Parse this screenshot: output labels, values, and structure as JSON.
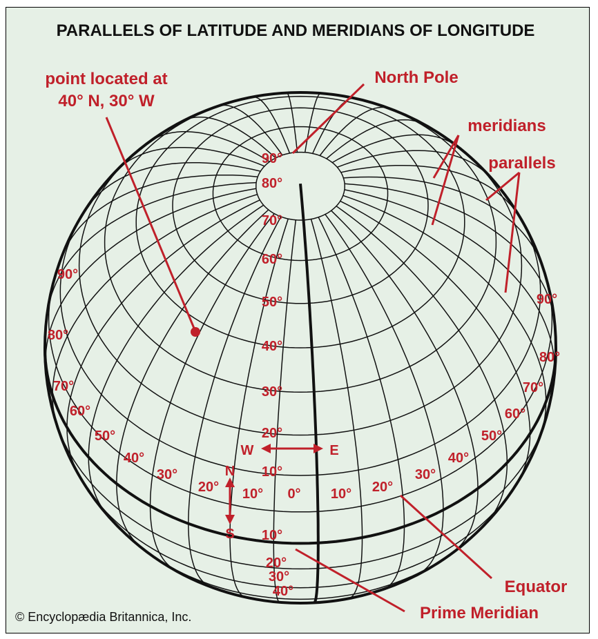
{
  "title": "PARALLELS OF LATITUDE AND MERIDIANS OF LONGITUDE",
  "callouts": {
    "point_line1": "point located at",
    "point_line2": "40° N, 30° W",
    "north_pole": "North Pole",
    "meridians": "meridians",
    "parallels": "parallels",
    "equator": "Equator",
    "prime_meridian": "Prime Meridian"
  },
  "directions": {
    "west": "W",
    "east": "E",
    "north": "N",
    "south": "S"
  },
  "latitude_labels_north": [
    "90°",
    "80°",
    "70°",
    "60°",
    "50°",
    "40°",
    "30°",
    "20°",
    "10°"
  ],
  "latitude_labels_south": [
    "10°",
    "20°",
    "30°",
    "40°"
  ],
  "longitude_labels": [
    "0°",
    "10°",
    "20°",
    "30°",
    "40°",
    "50°",
    "60°",
    "70°",
    "80°",
    "90°"
  ],
  "copyright": "© Encyclopædia Britannica, Inc.",
  "colors": {
    "background": "#e6f0e6",
    "accent": "#c0202a",
    "lines": "#111111"
  }
}
